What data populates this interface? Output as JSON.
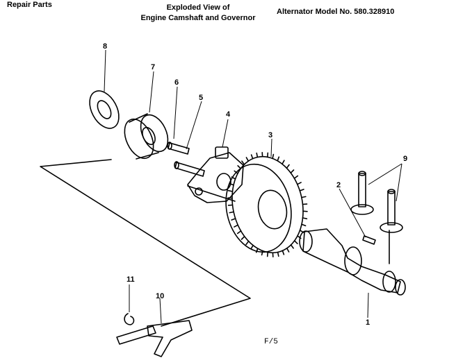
{
  "header": {
    "left": "Repair Parts",
    "center_line1": "Exploded View of",
    "center_line2": "Engine Camshaft and Governor",
    "right": "Alternator Model No. 580.328910"
  },
  "callouts": [
    "1",
    "2",
    "3",
    "4",
    "5",
    "6",
    "7",
    "8",
    "9",
    "10",
    "11"
  ],
  "figure_number": "F/5"
}
